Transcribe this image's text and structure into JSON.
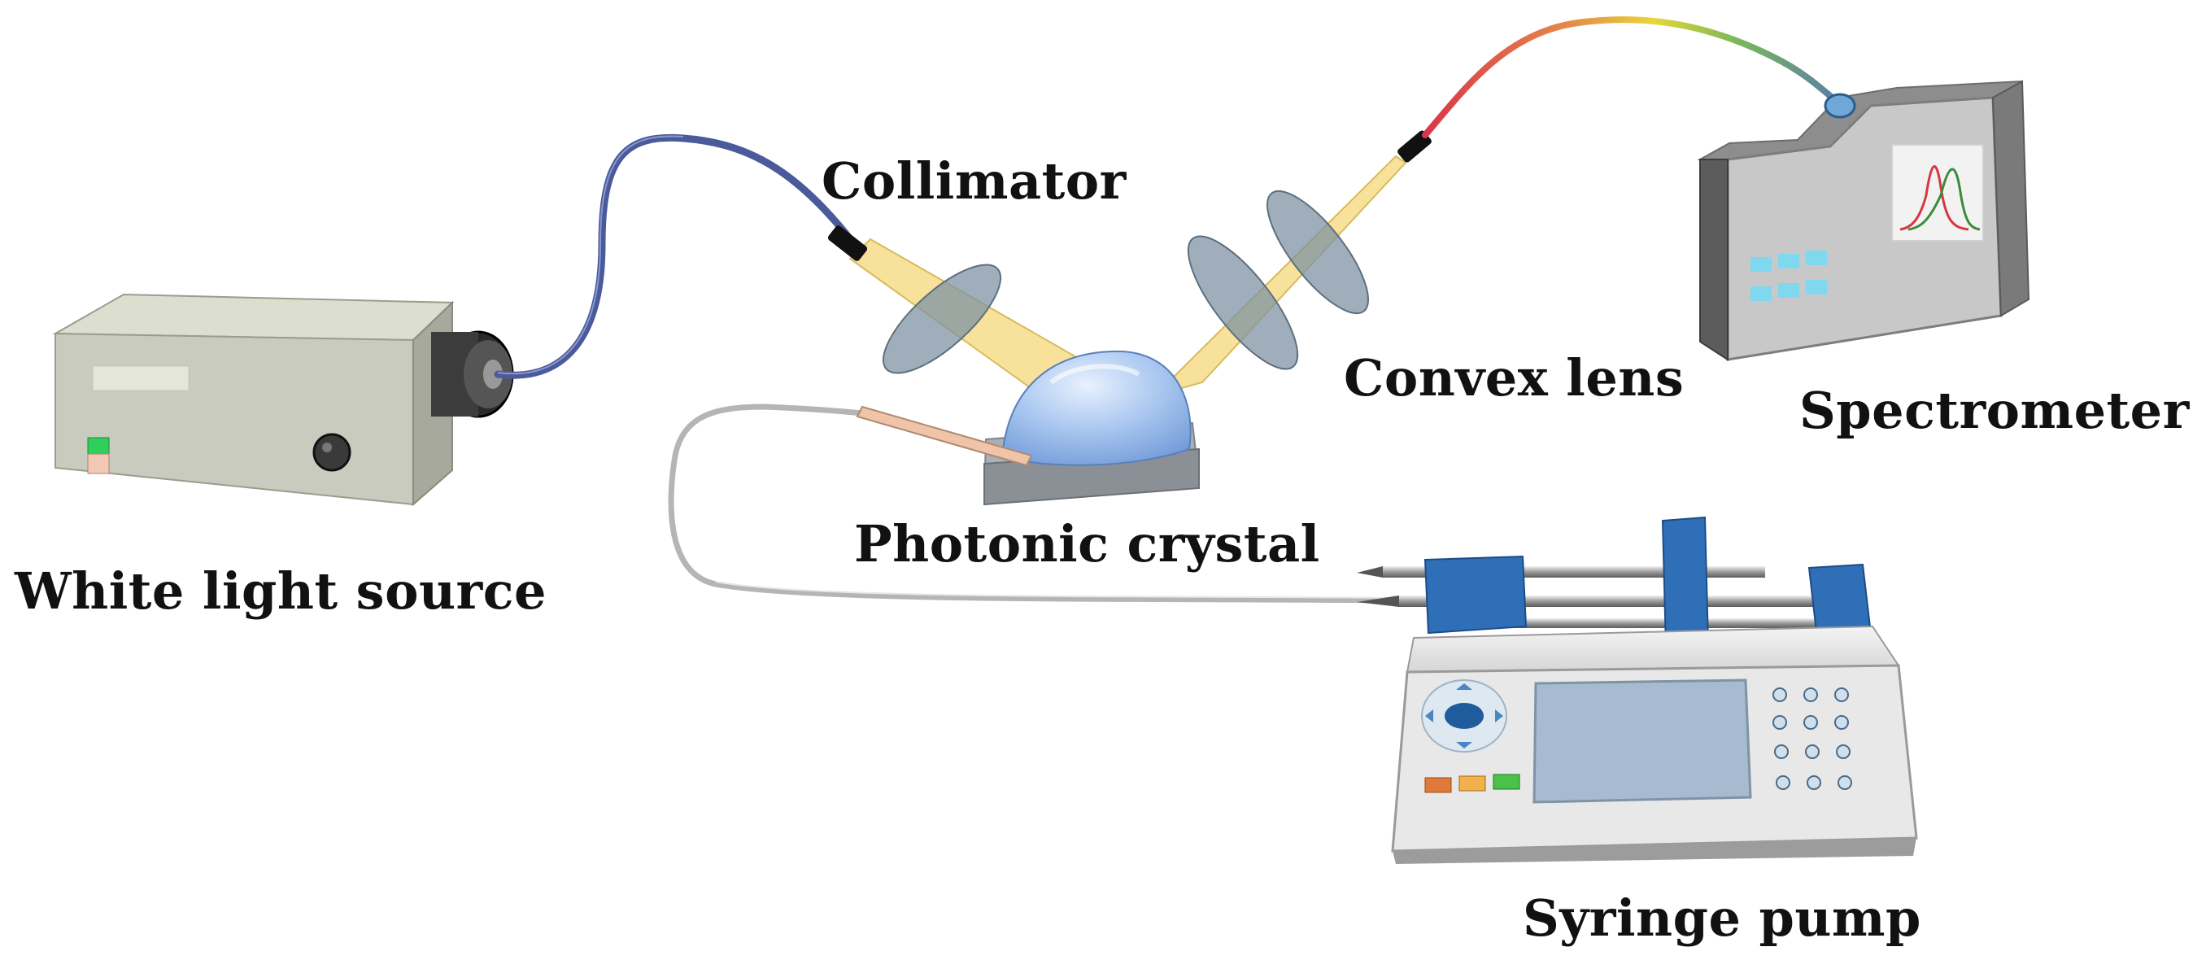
{
  "labels": {
    "white_light_source": "White light source",
    "collimator": "Collimator",
    "photonic_crystal": "Photonic crystal",
    "convex_lens": "Convex lens",
    "spectrometer": "Spectrometer",
    "syringe_pump": "Syringe pump"
  },
  "colors": {
    "device_gray": "#c9cbbe",
    "fiber_blue": "#4a5a9a",
    "light_beam": "#f6dc8a",
    "lens_gray": "#7f93a3",
    "crystal_blue": "#8fb4e6",
    "pump_blue": "#2f6fb8",
    "spectrum_red": "#d9363e",
    "spectrum_green": "#3a8a3a"
  },
  "icons": [
    "light-source-box",
    "fiber-cable",
    "collimator",
    "convex-lens",
    "photonic-crystal-dome",
    "spectrometer-device",
    "syringe-pump-device",
    "spectrum-curve"
  ]
}
